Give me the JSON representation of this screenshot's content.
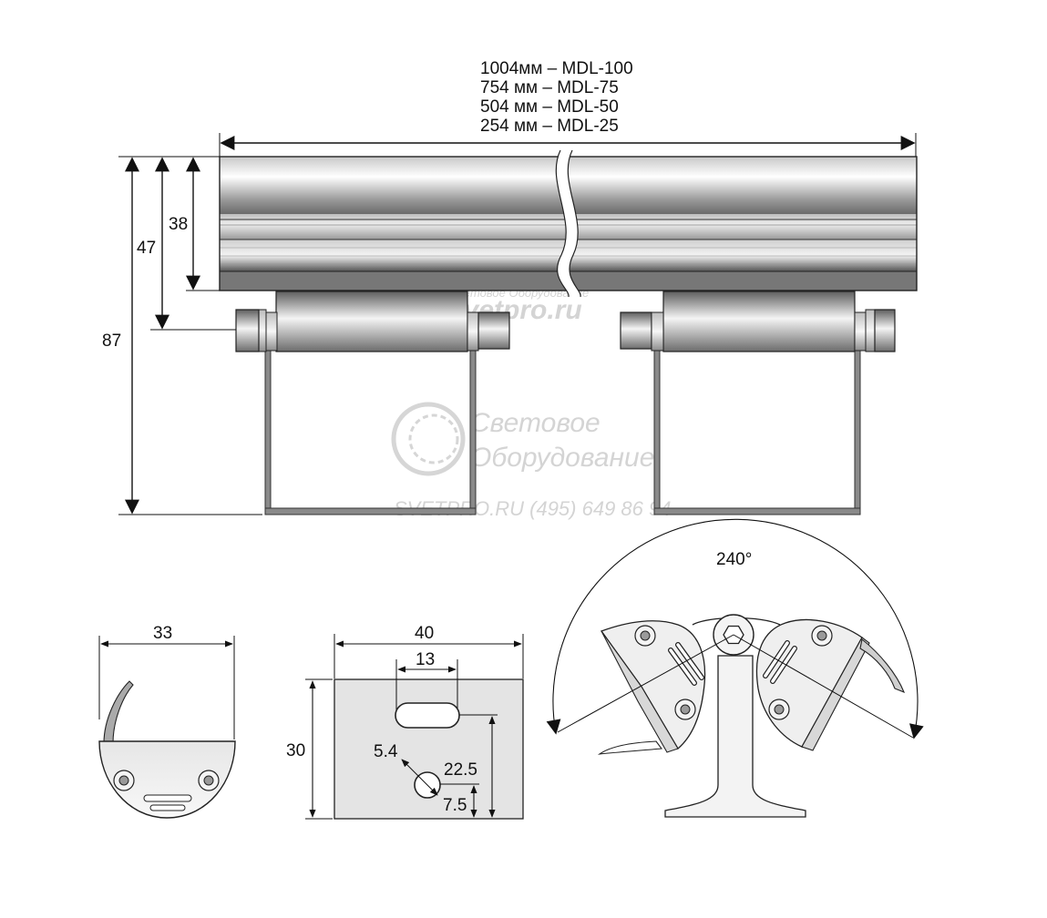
{
  "length_table": [
    "1004мм – MDL-100",
    "754 мм – MDL-75",
    "504 мм – MDL-50",
    "254 мм – MDL-25"
  ],
  "dimensions": {
    "profile_height": "38",
    "profile_with_bracket": "47",
    "total_height": "87",
    "bracket_width": "33",
    "plate_width": "40",
    "plate_height": "30",
    "slot_length": "13",
    "hole_diameter": "5.4",
    "slot_offset": "22.5",
    "hole_offset": "7.5",
    "rotation_angle": "240°"
  },
  "watermark": {
    "line1": "Световое",
    "line2": "Оборудование",
    "site": "svetpro.ru",
    "footer": "SVETPRO.RU    (495) 649 86 94",
    "small": "Световое Оборудование"
  },
  "colors": {
    "line": "#111111",
    "metal_light": "#f2f2f2",
    "metal_dark": "#6e6e6e",
    "plate": "#e4e4e4",
    "bracket": "#8a8a8a",
    "watermark": "#d4d4d4"
  }
}
